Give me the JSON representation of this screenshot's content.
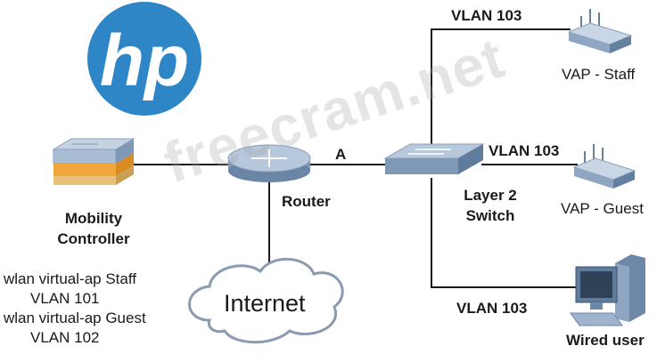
{
  "brand": {
    "logo_text": "hp",
    "color": "#2f86c6"
  },
  "watermark": "freecram.net",
  "nodes": {
    "controller": {
      "label_line1": "Mobility",
      "label_line2": "Controller"
    },
    "router": {
      "label": "Router"
    },
    "switch": {
      "label_line1": "Layer 2",
      "label_line2": "Switch"
    },
    "internet": {
      "label": "Internet"
    },
    "vap_staff": {
      "label": "VAP - Staff"
    },
    "vap_guest": {
      "label": "VAP - Guest"
    },
    "wired_user": {
      "label": "Wired user"
    }
  },
  "links": {
    "router_switch": {
      "label": "A"
    },
    "to_staff": {
      "label": "VLAN 103"
    },
    "to_guest": {
      "label": "VLAN 103"
    },
    "to_wired": {
      "label": "VLAN 103"
    }
  },
  "controller_config": [
    "wlan virtual-ap  Staff",
    "VLAN  101",
    "wlan virtual-ap  Guest",
    "VLAN  102"
  ],
  "colors": {
    "line": "#1a1a1a",
    "device_blue": "#9fb4cc",
    "device_dark": "#5f7c9c",
    "controller_orange": "#f0a030"
  }
}
